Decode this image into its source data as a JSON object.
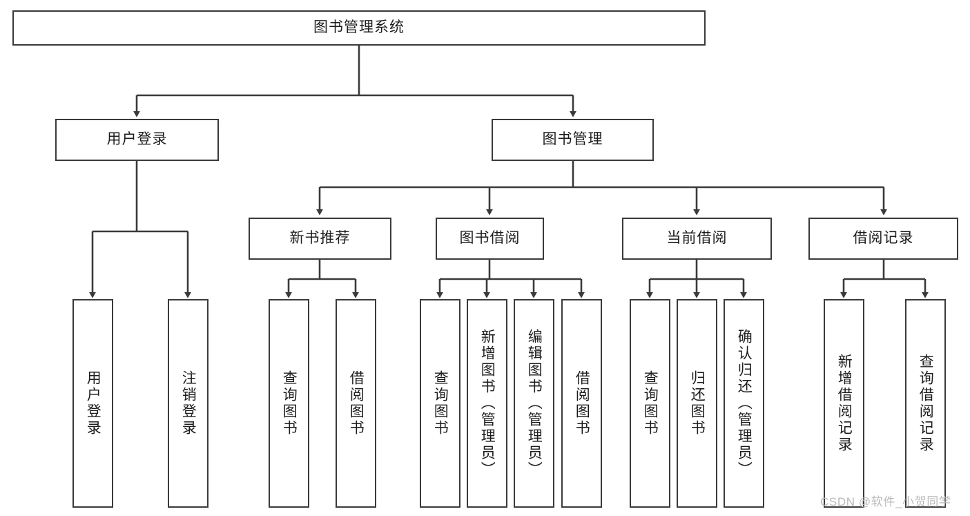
{
  "diagram": {
    "type": "tree",
    "title": "图书管理系统",
    "orientation": "top-down",
    "colors": {
      "stroke": "#3a3a3a",
      "fill": "#ffffff",
      "text": "#1d1d1d",
      "watermark": "#b9b9b9"
    }
  },
  "watermark": {
    "text": "CSDN @软件_小贺同学"
  },
  "nodes": {
    "root": {
      "label": "图书管理系统",
      "level": 0
    },
    "l1": [
      {
        "id": "user-login",
        "label": "用户登录",
        "level": 1
      },
      {
        "id": "book-manage",
        "label": "图书管理",
        "level": 1
      }
    ],
    "l2": [
      {
        "id": "new-book-rec",
        "label": "新书推荐",
        "level": 2,
        "parent": "book-manage"
      },
      {
        "id": "book-borrow",
        "label": "图书借阅",
        "level": 2,
        "parent": "book-manage"
      },
      {
        "id": "current-borrow",
        "label": "当前借阅",
        "level": 2,
        "parent": "book-manage"
      },
      {
        "id": "borrow-record",
        "label": "借阅记录",
        "level": 2,
        "parent": "book-manage"
      }
    ],
    "leaves": [
      {
        "id": "leaf-user-login",
        "label": "用户登录",
        "parent": "user-login"
      },
      {
        "id": "leaf-user-logout",
        "label": "注销登录",
        "parent": "user-login"
      },
      {
        "id": "leaf-rec-query-book",
        "label": "查询图书",
        "parent": "new-book-rec"
      },
      {
        "id": "leaf-rec-borrow-book",
        "label": "借阅图书",
        "parent": "new-book-rec"
      },
      {
        "id": "leaf-borrow-query-book",
        "label": "查询图书",
        "parent": "book-borrow"
      },
      {
        "id": "leaf-borrow-add-book",
        "label": "新增图书（管理员）",
        "parent": "book-borrow"
      },
      {
        "id": "leaf-borrow-edit-book",
        "label": "编辑图书（管理员）",
        "parent": "book-borrow"
      },
      {
        "id": "leaf-borrow-borrow-book",
        "label": "借阅图书",
        "parent": "book-borrow"
      },
      {
        "id": "leaf-current-query-book",
        "label": "查询图书",
        "parent": "current-borrow"
      },
      {
        "id": "leaf-current-return-book",
        "label": "归还图书",
        "parent": "current-borrow"
      },
      {
        "id": "leaf-current-confirm-return",
        "label": "确认归还（管理员）",
        "parent": "current-borrow"
      },
      {
        "id": "leaf-record-add",
        "label": "新增借阅记录",
        "parent": "borrow-record"
      },
      {
        "id": "leaf-record-query",
        "label": "查询借阅记录",
        "parent": "borrow-record"
      }
    ]
  }
}
